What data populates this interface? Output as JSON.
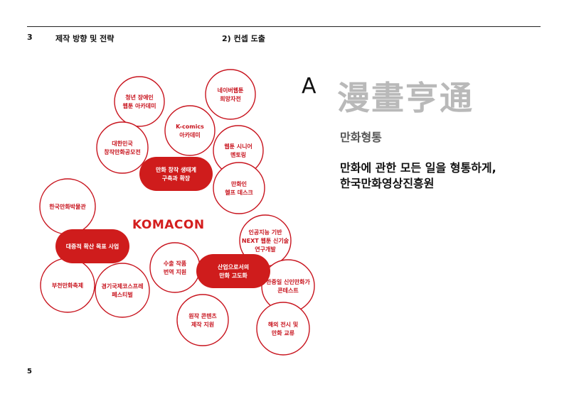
{
  "header": {
    "section_number": "3",
    "section_title": "제작 방향 및 전략",
    "subsection": "2) 컨셉 도출"
  },
  "page_number": "5",
  "center_label": "KOMACON",
  "diagram": {
    "circles": [
      {
        "id": "youth-webtoon-academy",
        "lines": [
          "청년 장애인",
          "웹툰 아카데미"
        ]
      },
      {
        "id": "naver-webtoon-self-sufficiency",
        "lines": [
          "네이버웹툰",
          "희망자전"
        ]
      },
      {
        "id": "korea-cartoon-contest",
        "lines": [
          "대한민국",
          "창작만화공모전"
        ]
      },
      {
        "id": "k-comics-academy",
        "lines": [
          "K-comics",
          "아카데미"
        ]
      },
      {
        "id": "webtoon-senior-mentoring",
        "lines": [
          "웹툰 시니어",
          "멘토링"
        ]
      },
      {
        "id": "cartoonist-help-desk",
        "lines": [
          "만화인",
          "헬프 데스크"
        ]
      },
      {
        "id": "korea-manhwa-museum",
        "lines": [
          "한국만화박물관"
        ]
      },
      {
        "id": "ai-next-webtoon-rnd",
        "lines": [
          "인공지능 기반",
          "NEXT 웹툰 신기술",
          "연구개발"
        ]
      },
      {
        "id": "bucheon-comics-festival",
        "lines": [
          "부천만화축제"
        ]
      },
      {
        "id": "gyeonggi-cosplay-festival",
        "lines": [
          "경기국제코스프레",
          "페스티벌"
        ]
      },
      {
        "id": "export-translation-support",
        "lines": [
          "수출 작품",
          "번역 지원"
        ]
      },
      {
        "id": "kcj-new-artist-contest",
        "lines": [
          "한중일 신인만화가",
          "콘테스트"
        ]
      },
      {
        "id": "original-content-production",
        "lines": [
          "원작 콘텐츠",
          "제작 지원"
        ]
      },
      {
        "id": "overseas-exhibition-exchange",
        "lines": [
          "해외 전시 및",
          "만화 교류"
        ]
      }
    ],
    "pills": [
      {
        "id": "ecosystem-pill",
        "lines": [
          "만화 창작 생태계",
          "구축과 확장"
        ]
      },
      {
        "id": "public-spread-pill",
        "lines": [
          "대중적 확산 목표 사업"
        ]
      },
      {
        "id": "industry-pill",
        "lines": [
          "산업으로서의",
          "만화 고도화"
        ]
      }
    ]
  },
  "concept": {
    "letter": "A",
    "hanja": "漫畫亨通",
    "name": "만화형통",
    "description_line1": "만화에 관한 모든 일을 형통하게,",
    "description_line2": "한국만화영상진흥원"
  },
  "colors": {
    "accent_red": "#cf1c1c",
    "hanja_gray": "#b9b9b9"
  }
}
